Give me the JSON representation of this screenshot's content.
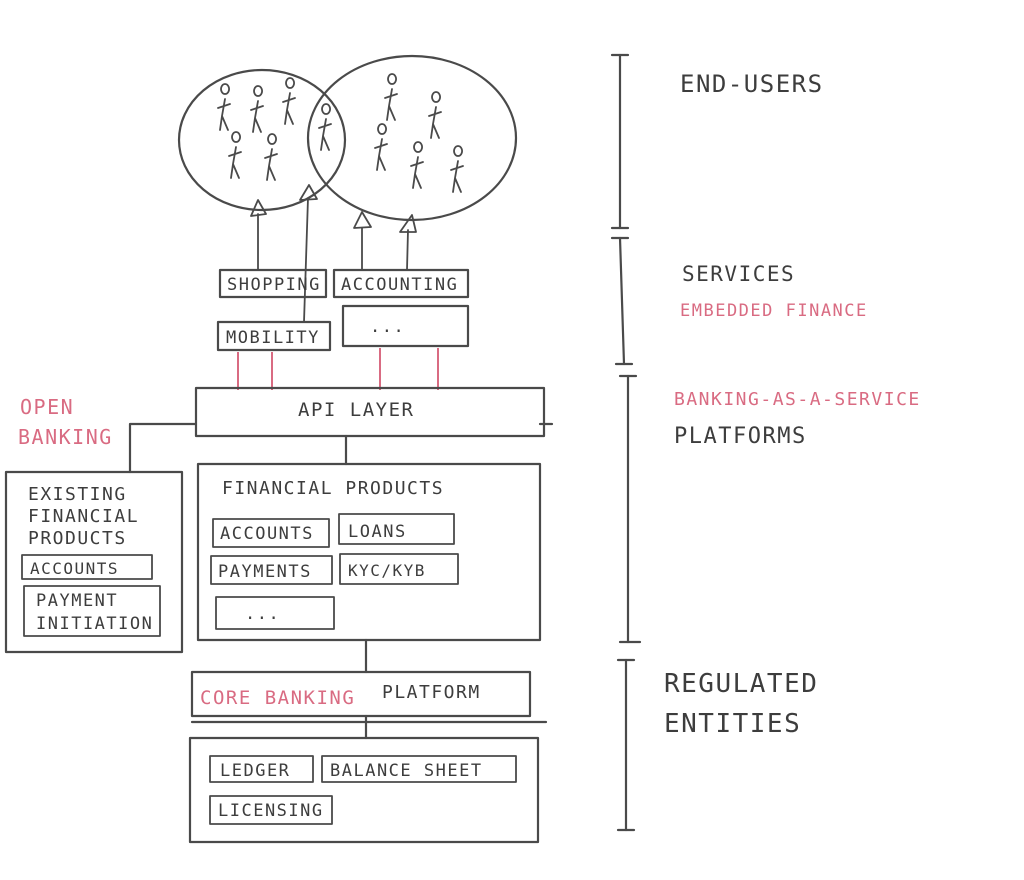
{
  "colors": {
    "ink": "#4a4a4a",
    "accent": "#d96b82",
    "background": "#ffffff"
  },
  "layers": {
    "end_users": "END-USERS",
    "services": "SERVICES",
    "embedded_finance": "EMBEDDED FINANCE",
    "baas": "BANKING-AS-A-SERVICE",
    "platforms": "PLATFORMS",
    "regulated_1": "REGULATED",
    "regulated_2": "ENTITIES"
  },
  "services": {
    "shopping": "SHOPPING",
    "accounting": "ACCOUNTING",
    "mobility": "MOBILITY",
    "more": "..."
  },
  "api_layer": "API LAYER",
  "open_banking_1": "OPEN",
  "open_banking_2": "BANKING",
  "existing": {
    "title_1": "EXISTING",
    "title_2": "FINANCIAL",
    "title_3": "PRODUCTS",
    "accounts": "ACCOUNTS",
    "payment_1": "PAYMENT",
    "payment_2": "INITIATION"
  },
  "financial_products": {
    "title": "FINANCIAL PRODUCTS",
    "accounts": "ACCOUNTS",
    "loans": "LOANS",
    "payments": "PAYMENTS",
    "kyc": "KYC/KYB",
    "more": "..."
  },
  "core": {
    "core_banking": "CORE BANKING",
    "platform": "PLATFORM",
    "ledger": "LEDGER",
    "balance_sheet": "BALANCE SHEET",
    "licensing": "LICENSING"
  }
}
